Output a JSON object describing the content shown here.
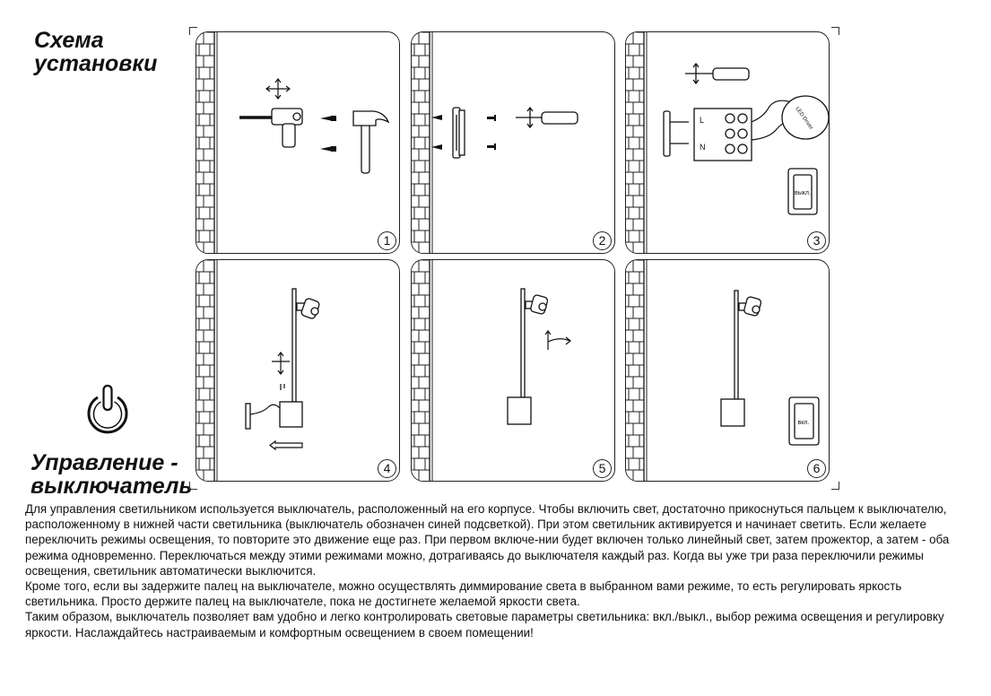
{
  "headings": {
    "scheme_line1": "Схема",
    "scheme_line2": "установки",
    "control_line1": "Управление -",
    "control_line2": "выключатель"
  },
  "icons": {
    "power": "power-icon"
  },
  "diagrams": [
    {
      "number": "1",
      "shows": [
        "drill-icon",
        "screw-anchor-icon",
        "hammer-icon"
      ]
    },
    {
      "number": "2",
      "shows": [
        "mounting-bracket-icon",
        "screw-icon",
        "screwdriver-icon"
      ]
    },
    {
      "number": "3",
      "shows": [
        "screwdriver-icon",
        "terminal-block-icon",
        "led-driver-icon",
        "wall-switch-icon"
      ],
      "terminal_labels": [
        "L",
        "N"
      ],
      "driver_label": "LED Driver",
      "switch_label": "выкл."
    },
    {
      "number": "4",
      "shows": [
        "luminaire-pole-icon",
        "spotlight-icon",
        "cable-icon"
      ]
    },
    {
      "number": "5",
      "shows": [
        "luminaire-pole-icon",
        "spotlight-icon",
        "rotate-arrow-icon"
      ]
    },
    {
      "number": "6",
      "shows": [
        "luminaire-pole-icon",
        "spotlight-icon",
        "wall-switch-icon"
      ],
      "switch_label": "вкл."
    }
  ],
  "description": [
    "Для управления светильником используется выключатель, расположенный на его корпусе. Чтобы включить свет, достаточно прикоснуться пальцем к выключателю, расположенному в нижней части светильника (выключатель обозначен синей подсветкой). При этом светильник активируется и начинает светить. Если желаете переключить режимы освещения, то повторите это движение еще раз. При первом включе-нии будет включен только линейный свет, затем прожектор, а затем - оба режима одновременно. Переключаться между этими режимами можно, дотрагиваясь до выключателя каждый раз. Когда вы уже три раза переключили режимы освещения, светильник автоматически выключится.",
    "Кроме того, если вы задержите палец на выключателе, можно осуществлять диммирование света в выбранном вами режиме, то есть регулировать яркость светильника. Просто держите палец на выключателе, пока не достигнете желаемой яркости света.",
    "Таким образом, выключатель позволяет вам удобно и легко контролировать световые параметры светильника: вкл./выкл., выбор режима освещения и регулировку яркости. Наслаждайтесь настраиваемым и комфортным освещением в своем помещении!"
  ]
}
